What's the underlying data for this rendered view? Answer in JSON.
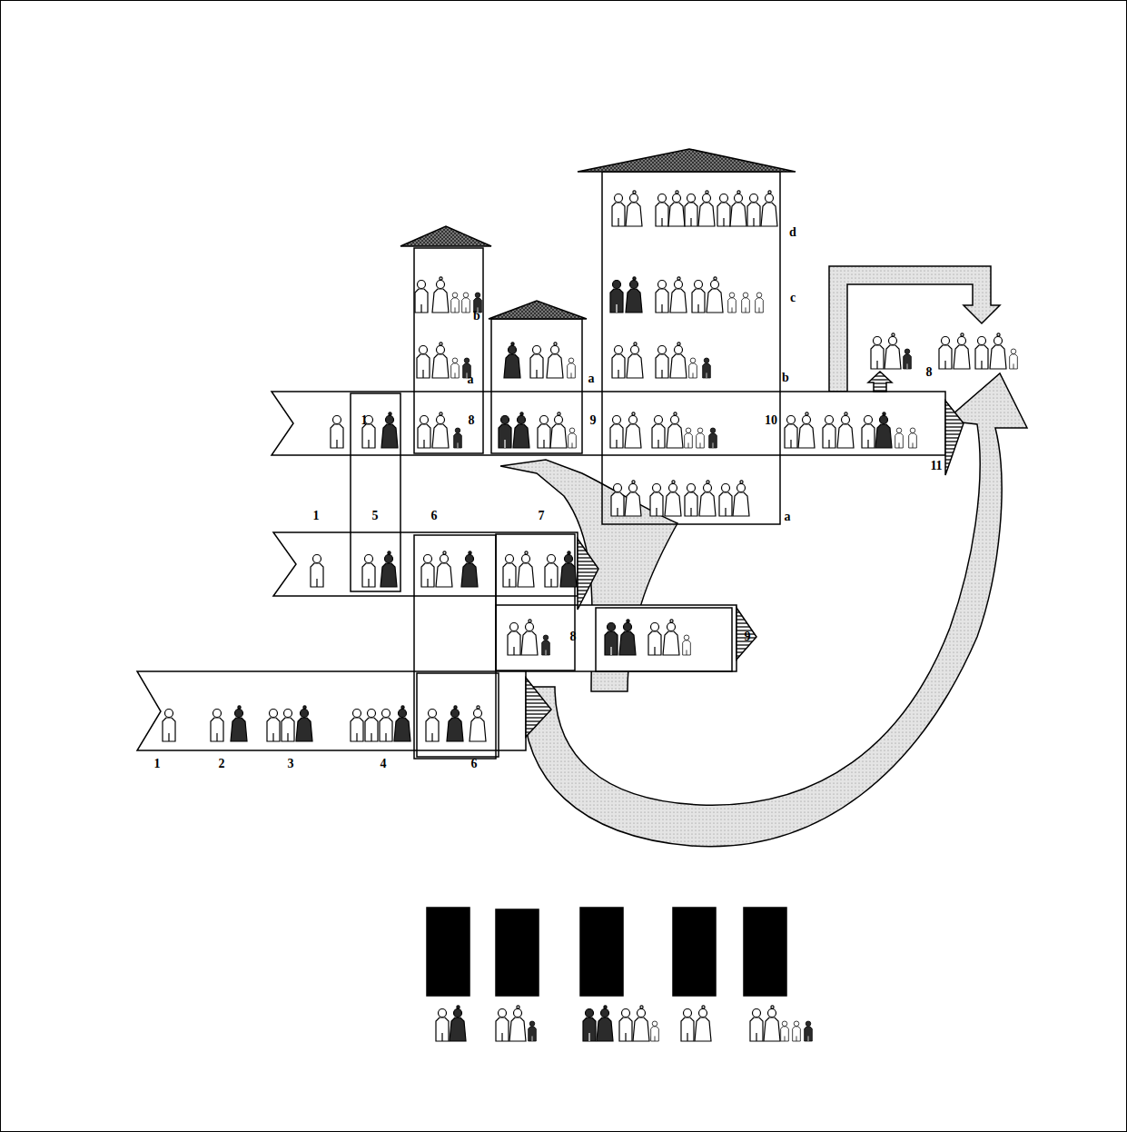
{
  "diagram": {
    "labels": [
      "d",
      "c",
      "b",
      "b",
      "a",
      "a",
      "8",
      "1",
      "8",
      "9",
      "10",
      "11",
      "a",
      "1",
      "5",
      "6",
      "7",
      "8",
      "9",
      "1",
      "2",
      "3",
      "4",
      "6"
    ]
  }
}
